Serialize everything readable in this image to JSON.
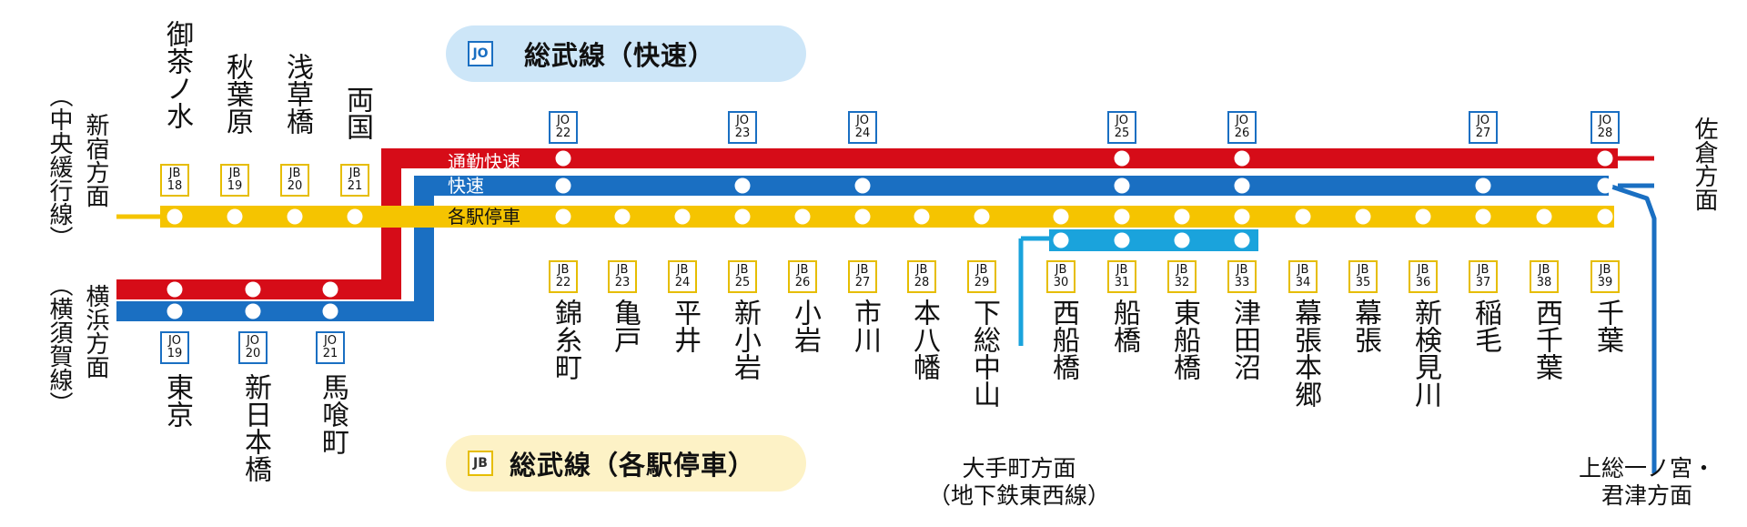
{
  "colors": {
    "rapid": "#d60c18",
    "kaisoku": "#1a6fc2",
    "local": "#f5c400",
    "tozai": "#1aa3dc",
    "rapid_pill_bg": "#cde6f8",
    "local_pill_bg": "#fdf2c6"
  },
  "rapid_title": {
    "badge": "JO",
    "label": "総武線（快速）"
  },
  "local_title": {
    "badge": "JB",
    "label": "総武線（各駅停車）"
  },
  "service_labels": {
    "commuter_rapid": "通勤快速",
    "rapid": "快速",
    "local": "各駅停車"
  },
  "directions": {
    "chuo_label": "（中央緩行線）",
    "chuo_dir": "新宿方面",
    "yokosuka_label": "（横須賀線）",
    "yokosuka_dir": "横浜方面",
    "sakura": "佐倉方面",
    "kazusa_line1": "上総一ノ宮・",
    "kazusa_line2": "君津方面",
    "otemachi_line1": "大手町方面",
    "otemachi_line2": "（地下鉄東西線）"
  },
  "local_stations_west": [
    {
      "name": "御茶ノ水",
      "code": "JB 18"
    },
    {
      "name": "秋葉原",
      "code": "JB 19"
    },
    {
      "name": "浅草橋",
      "code": "JB 20"
    },
    {
      "name": "両国",
      "code": "JB 21"
    }
  ],
  "rapid_stations_west": [
    {
      "name": "東京",
      "code": "JO 19"
    },
    {
      "name": "新日本橋",
      "code": "JO 20"
    },
    {
      "name": "馬喰町",
      "code": "JO 21"
    }
  ],
  "rapid_top_codes": [
    "JO 22",
    "JO 23",
    "JO 24",
    "JO 25",
    "JO 26",
    "JO 27",
    "JO 28"
  ],
  "main_stations": [
    {
      "name": "錦糸町",
      "code": "JB 22"
    },
    {
      "name": "亀戸",
      "code": "JB 23"
    },
    {
      "name": "平井",
      "code": "JB 24"
    },
    {
      "name": "新小岩",
      "code": "JB 25"
    },
    {
      "name": "小岩",
      "code": "JB 26"
    },
    {
      "name": "市川",
      "code": "JB 27"
    },
    {
      "name": "本八幡",
      "code": "JB 28"
    },
    {
      "name": "下総中山",
      "code": "JB 29"
    },
    {
      "name": "西船橋",
      "code": "JB 30"
    },
    {
      "name": "船橋",
      "code": "JB 31"
    },
    {
      "name": "東船橋",
      "code": "JB 32"
    },
    {
      "name": "津田沼",
      "code": "JB 33"
    },
    {
      "name": "幕張本郷",
      "code": "JB 34"
    },
    {
      "name": "幕張",
      "code": "JB 35"
    },
    {
      "name": "新検見川",
      "code": "JB 36"
    },
    {
      "name": "稲毛",
      "code": "JB 37"
    },
    {
      "name": "西千葉",
      "code": "JB 38"
    },
    {
      "name": "千葉",
      "code": "JB 39"
    }
  ]
}
